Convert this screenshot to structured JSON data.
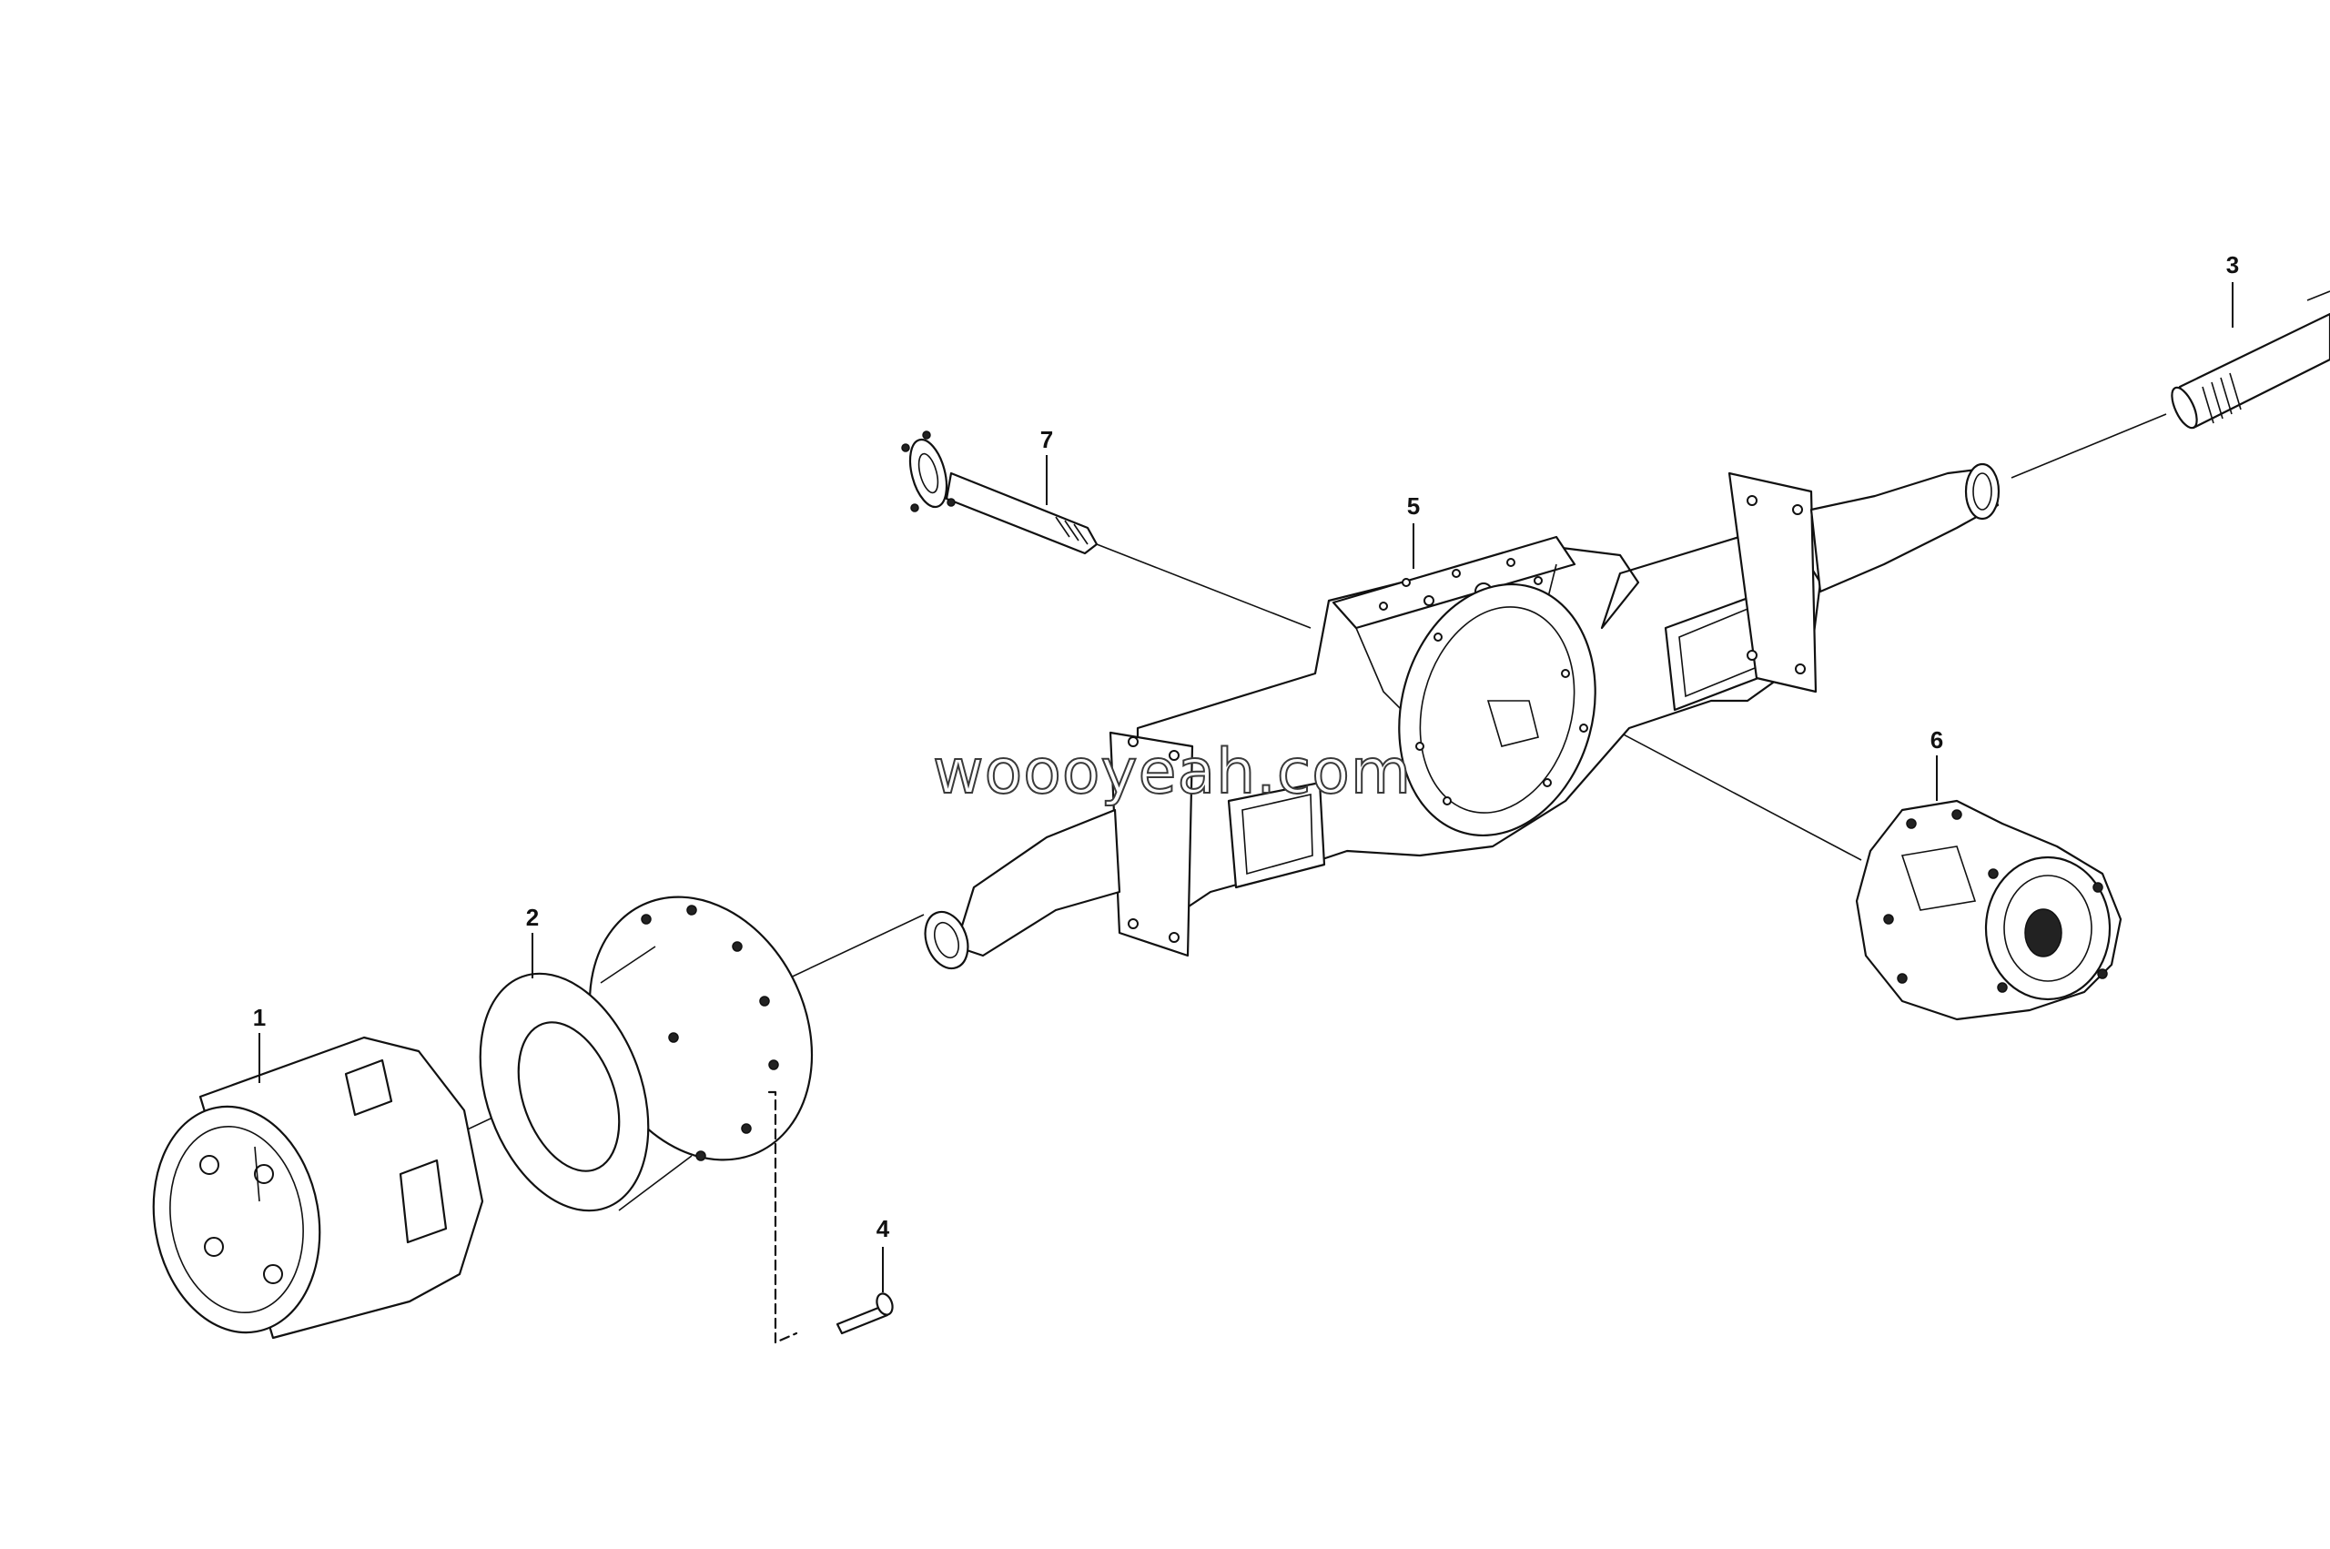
{
  "watermark": "woooyeah.com",
  "callouts": [
    {
      "id": "1",
      "label": "1"
    },
    {
      "id": "2",
      "label": "2"
    },
    {
      "id": "3",
      "label": "3"
    },
    {
      "id": "4",
      "label": "4"
    },
    {
      "id": "5",
      "label": "5"
    },
    {
      "id": "6",
      "label": "6"
    },
    {
      "id": "7",
      "label": "7"
    }
  ]
}
